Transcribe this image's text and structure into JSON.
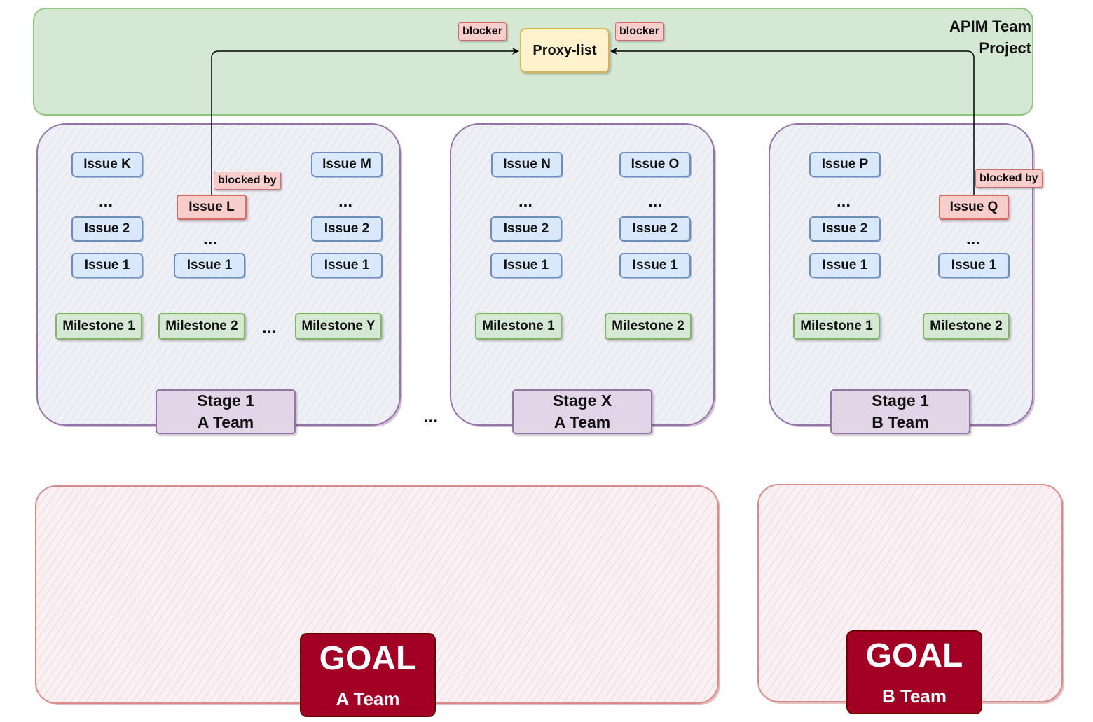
{
  "project": {
    "title": "APIM Team\nProject"
  },
  "proxy": {
    "label": "Proxy-list",
    "blocker_left": "blocker",
    "blocker_right": "blocker"
  },
  "ellipsis": "...",
  "stages": {
    "s1a": {
      "label_line1": "Stage 1",
      "label_line2": "A Team",
      "issues": [
        "Issue K",
        "Issue 2",
        "Issue 1",
        "Issue L",
        "Issue 1",
        "Issue M",
        "Issue 2",
        "Issue 1"
      ],
      "blocked_by": "blocked by",
      "milestones": [
        "Milestone 1",
        "Milestone 2",
        "Milestone Y"
      ]
    },
    "sxa": {
      "label_line1": "Stage X",
      "label_line2": "A Team",
      "issues": [
        "Issue N",
        "Issue 2",
        "Issue 1",
        "Issue O",
        "Issue 2",
        "Issue 1"
      ],
      "milestones": [
        "Milestone 1",
        "Milestone 2"
      ]
    },
    "s1b": {
      "label_line1": "Stage 1",
      "label_line2": "B Team",
      "issues": [
        "Issue P",
        "Issue 2",
        "Issue 1",
        "Issue Q",
        "Issue 1"
      ],
      "blocked_by": "blocked by",
      "milestones": [
        "Milestone 1",
        "Milestone 2"
      ]
    }
  },
  "goals": {
    "a": {
      "title": "GOAL",
      "team": "A Team"
    },
    "b": {
      "title": "GOAL",
      "team": "B Team"
    }
  },
  "colors": {
    "project_fill": "#d5e8d4",
    "stage_border": "#9673a6",
    "issue_fill": "#dae8fc",
    "blocker_fill": "#f8cecc",
    "milestone_fill": "#d5e8d4",
    "proxy_fill": "#fff2cc",
    "goal_badge": "#a20025"
  }
}
